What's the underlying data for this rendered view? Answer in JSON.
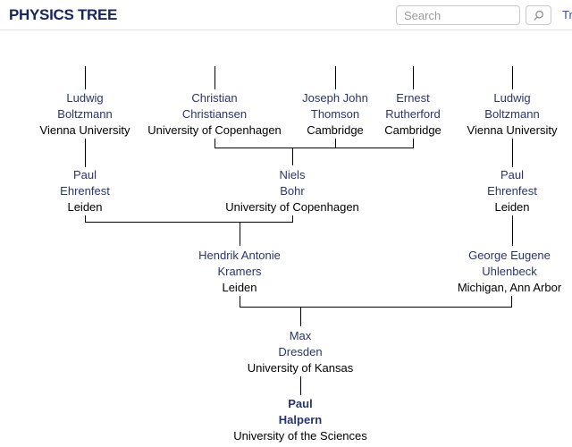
{
  "header": {
    "title": "PHYSICS TREE",
    "search": {
      "placeholder": "Search",
      "button_icon": "magnifier-icon"
    },
    "nav_link_clipped": "Tr"
  },
  "colors": {
    "navy": "#283471",
    "title-navy": "#16265c",
    "link-blue": "#3a45c0",
    "line-black": "#000000",
    "border-gray": "#c9c9c9",
    "placeholder-gray": "#9a9a9a"
  },
  "tree": {
    "description": "academic genealogy tree",
    "nodes": [
      {
        "first": "Ludwig",
        "last": "Boltzmann",
        "institution": "Vienna University"
      },
      {
        "first": "Christian",
        "last": "Christiansen",
        "institution": "University of Copenhagen"
      },
      {
        "first": "Joseph John",
        "last": "Thomson",
        "institution": "Cambridge"
      },
      {
        "first": "Ernest",
        "last": "Rutherford",
        "institution": "Cambridge"
      },
      {
        "first": "Ludwig",
        "last": "Boltzmann",
        "institution": "Vienna University"
      },
      {
        "first": "Paul",
        "last": "Ehrenfest",
        "institution": "Leiden"
      },
      {
        "first": "Niels",
        "last": "Bohr",
        "institution": "University of Copenhagen"
      },
      {
        "first": "Paul",
        "last": "Ehrenfest",
        "institution": "Leiden"
      },
      {
        "first": "Hendrik Antonie",
        "last": "Kramers",
        "institution": "Leiden"
      },
      {
        "first": "George Eugene",
        "last": "Uhlenbeck",
        "institution": "Michigan, Ann Arbor"
      },
      {
        "first": "Max",
        "last": "Dresden",
        "institution": "University of Kansas"
      },
      {
        "first": "Paul",
        "last": "Halpern",
        "institution": "University of the Sciences"
      }
    ]
  }
}
